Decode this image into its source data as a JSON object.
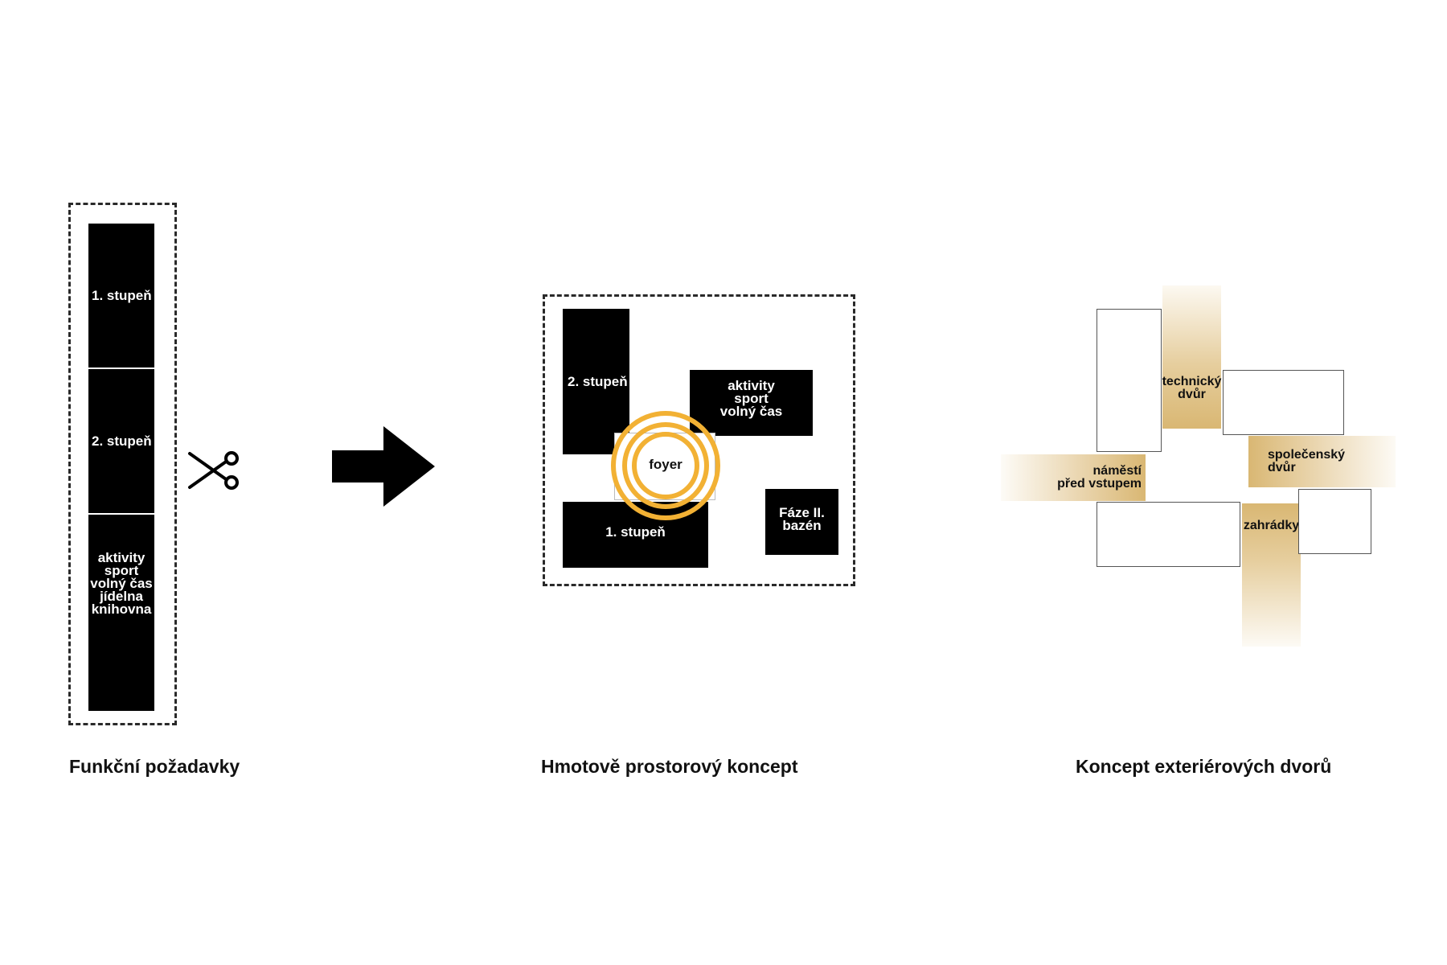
{
  "panel1": {
    "blocks": [
      {
        "label": "1. stupeň"
      },
      {
        "label": "2. stupeň"
      },
      {
        "label": "aktivity\nsport\nvolný čas\njídelna\nknihovna"
      }
    ],
    "caption": "Funkční požadavky",
    "icon": "scissors-icon"
  },
  "arrow": {
    "icon": "arrow-right-icon"
  },
  "panel2": {
    "blocks": {
      "stupen2": "2. stupeň",
      "aktivity": "aktivity\nsport\nvolný čas",
      "stupen1": "1. stupeň",
      "faze": "Fáze II.\nbazén"
    },
    "foyer": "foyer",
    "caption": "Hmotově prostorový koncept",
    "colors": {
      "ring": "#F2B134"
    }
  },
  "panel3": {
    "courts": {
      "technicky": "technický\ndvůr",
      "namesti": "náměstí\npřed vstupem",
      "spolecensky": "společenský\ndvůr",
      "zahradky": "zahrádky"
    },
    "caption": "Koncept exteriérových dvorů",
    "colors": {
      "court": "#D9B773"
    }
  }
}
